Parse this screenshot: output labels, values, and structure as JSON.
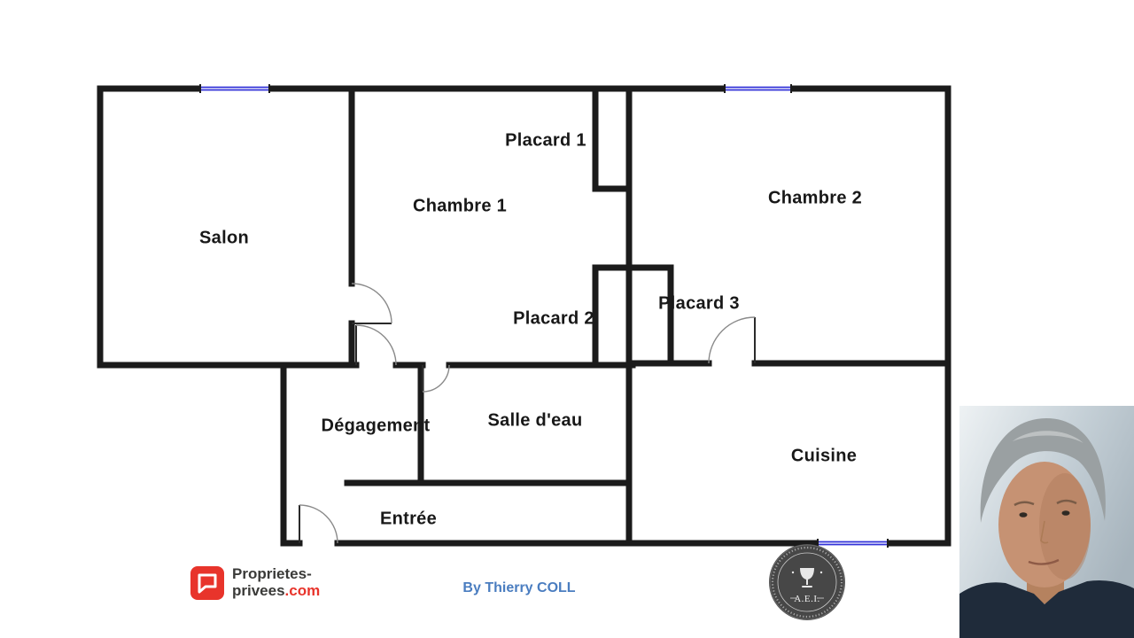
{
  "rooms": {
    "salon": "Salon",
    "chambre1": "Chambre 1",
    "chambre2": "Chambre 2",
    "placard1": "Placard 1",
    "placard2": "Placard 2",
    "placard3": "Placard 3",
    "degagement": "Dégagement",
    "salle_eau": "Salle d'eau",
    "cuisine": "Cuisine",
    "entree": "Entrée"
  },
  "footer": {
    "brand": {
      "line1": "Proprietes-",
      "line2": "privees",
      "suffix": ".com"
    },
    "credit": "By Thierry COLL",
    "badge_label": "A.E.I."
  },
  "colors": {
    "wall": "#1b1b1b",
    "window_blue": "#3232d8",
    "brand_red": "#e8342b",
    "credit_blue": "#4a7dc0",
    "badge_dark": "#474747"
  }
}
